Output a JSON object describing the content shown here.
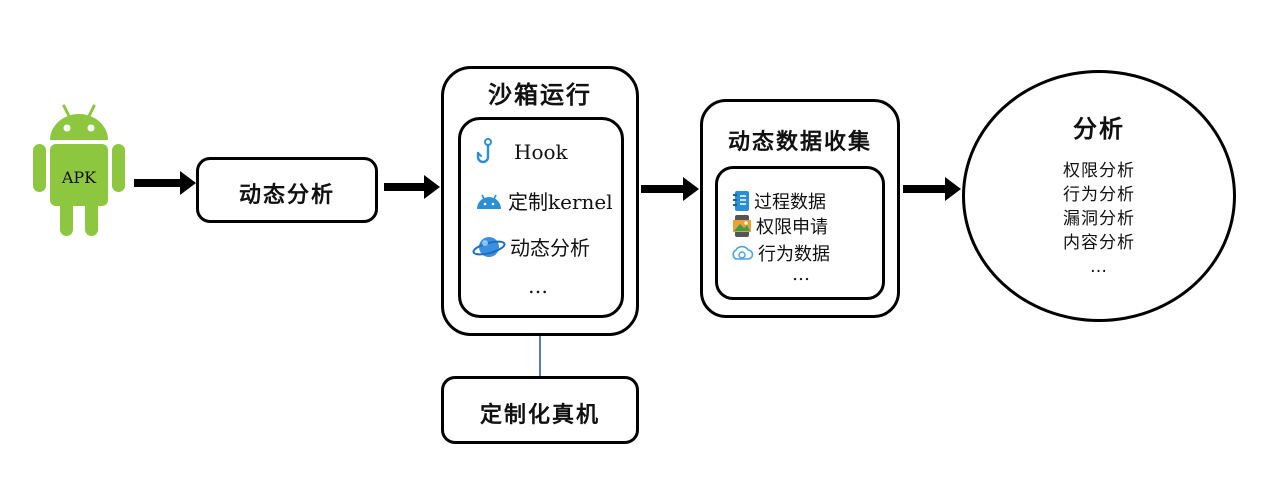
{
  "apk": {
    "label": "APK",
    "android_color": "#8dc63f"
  },
  "static_analysis": {
    "title": "动态分析"
  },
  "sandbox": {
    "title": "沙箱运行",
    "items": [
      {
        "icon": "hook-icon",
        "label": "Hook"
      },
      {
        "icon": "android-head-icon",
        "label": "定制kernel"
      },
      {
        "icon": "planet-icon",
        "label": "动态分析"
      },
      {
        "icon": "none",
        "label": "…"
      }
    ]
  },
  "real_device": {
    "title": "定制化真机"
  },
  "data_collection": {
    "title": "动态数据收集",
    "items": [
      {
        "icon": "notebook-icon",
        "label": "过程数据"
      },
      {
        "icon": "phone-photo-icon",
        "label": "权限申请"
      },
      {
        "icon": "cloud-icon",
        "label": "行为数据"
      },
      {
        "icon": "none",
        "label": "…"
      }
    ]
  },
  "analysis": {
    "title": "分析",
    "lines": [
      "权限分析",
      "行为分析",
      "漏洞分析",
      "内容分析",
      "…"
    ]
  }
}
